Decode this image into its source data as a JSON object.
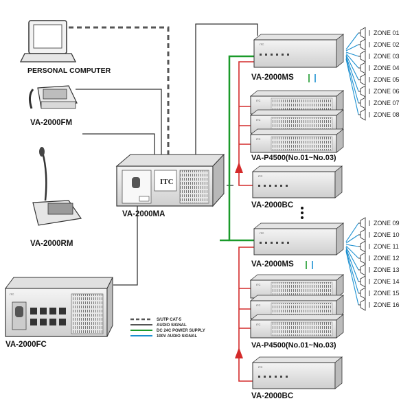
{
  "devices": {
    "pc": "PERSONAL COMPUTER",
    "fm": "VA-2000FM",
    "rm": "VA-2000RM",
    "fc": "VA-2000FC",
    "ma": "VA-2000MA",
    "ms_top": "VA-2000MS",
    "ms_bottom": "VA-2000MS",
    "amp_top": "VA-P4500(No.01~No.03)",
    "amp_bottom": "VA-P4500(No.01~No.03)",
    "bc_top": "VA-2000BC",
    "bc_bottom": "VA-2000BC"
  },
  "brand": "ITC",
  "zones_top": [
    "ZONE 01",
    "ZONE 02",
    "ZONE 03",
    "ZONE 04",
    "ZONE 05",
    "ZONE 06",
    "ZONE 07",
    "ZONE 08"
  ],
  "zones_bottom": [
    "ZONE 09",
    "ZONE 10",
    "ZONE 11",
    "ZONE 12",
    "ZONE 13",
    "ZONE 14",
    "ZONE 15",
    "ZONE 16"
  ],
  "legend": [
    {
      "label": "S/UTP CAT-5",
      "color": "#555555",
      "style": "dashed"
    },
    {
      "label": "AUDIO SIGNAL",
      "color": "#555555",
      "style": "solid"
    },
    {
      "label": "DC 24C POWER SUPPLY",
      "color": "#1a9a2a",
      "style": "solid"
    },
    {
      "label": "100V AUDIO SIGNAL",
      "color": "#1a8fd0",
      "style": "solid"
    }
  ],
  "colors": {
    "cat5": "#555555",
    "audio": "#555555",
    "power": "#1a9a2a",
    "v100": "#1a8fd0",
    "red": "#d42a2a"
  }
}
